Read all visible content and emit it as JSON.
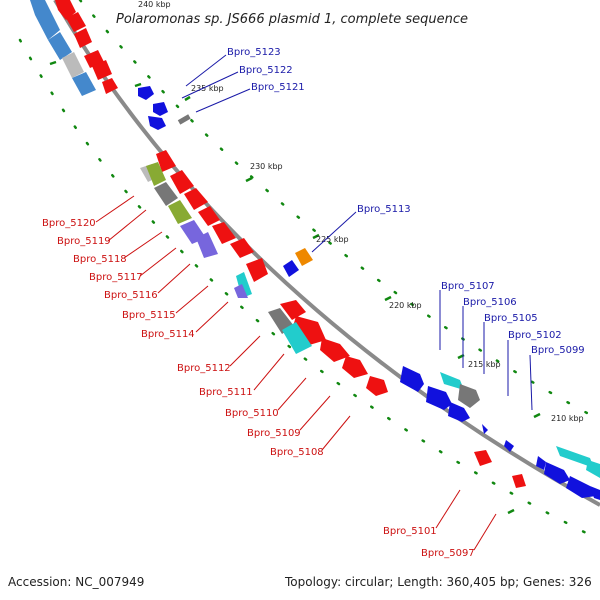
{
  "title": "Polaromonas sp. JS666 plasmid 1, complete sequence",
  "accession": "Accession: NC_007949",
  "summary": "Topology: circular; Length: 360,405 bp; Genes: 326",
  "kbp_labels": [
    "240 kbp",
    "235 kbp",
    "230 kbp",
    "225 kbp",
    "220 kbp",
    "215 kbp",
    "210 kbp"
  ],
  "genes_top": [
    "Bpro_5123",
    "Bpro_5122",
    "Bpro_5121",
    "Bpro_5113",
    "Bpro_5107",
    "Bpro_5106",
    "Bpro_5105",
    "Bpro_5102",
    "Bpro_5099"
  ],
  "genes_bottom": [
    "Bpro_5120",
    "Bpro_5119",
    "Bpro_5118",
    "Bpro_5117",
    "Bpro_5116",
    "Bpro_5115",
    "Bpro_5114",
    "Bpro_5112",
    "Bpro_5111",
    "Bpro_5110",
    "Bpro_5109",
    "Bpro_5108",
    "Bpro_5101",
    "Bpro_5097"
  ],
  "colors": {
    "backbone": "#8a8a8a",
    "label_top": "#1a1aa8",
    "label_bottom": "#cc1111",
    "gene_red": "#ee1111",
    "gene_blue": "#1111dd",
    "gene_cyan": "#22cccc",
    "gene_gray": "#777777",
    "gene_orange": "#ee8800",
    "gene_steelblue": "#4488cc",
    "gene_olive": "#88aa33",
    "gene_purple": "#7766dd",
    "gene_lightgray": "#bbbbbb",
    "tick": "#118811"
  }
}
